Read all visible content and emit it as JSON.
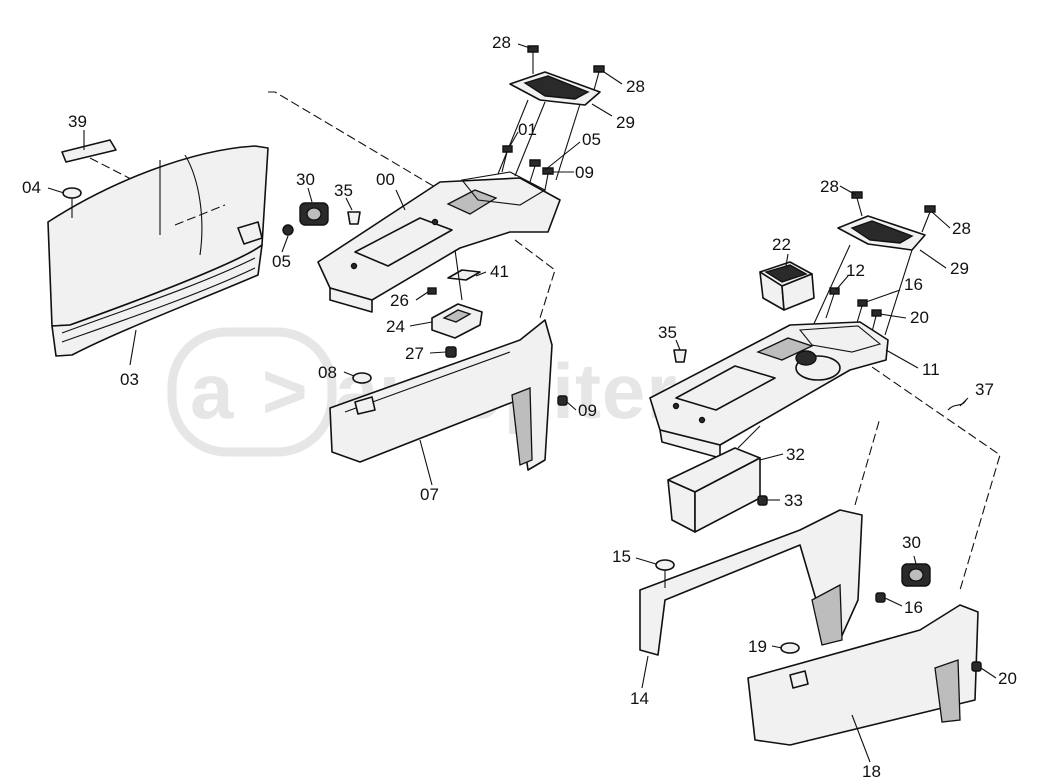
{
  "watermark": {
    "text": "autopiter.ru"
  },
  "callouts": {
    "c28a": "28",
    "c28b": "28",
    "c29a": "29",
    "c01": "01",
    "c05a": "05",
    "c09a": "09",
    "c39": "39",
    "c04": "04",
    "c30a": "30",
    "c35a": "35",
    "c00": "00",
    "c05b": "05",
    "c41": "41",
    "c26": "26",
    "c24": "24",
    "c27": "27",
    "c03": "03",
    "c08": "08",
    "c09b": "09",
    "c07": "07",
    "c28c": "28",
    "c28d": "28",
    "c29b": "29",
    "c22": "22",
    "c12": "12",
    "c16a": "16",
    "c20a": "20",
    "c35b": "35",
    "c11": "11",
    "c37": "37",
    "c32": "32",
    "c33": "33",
    "c15": "15",
    "c30b": "30",
    "c16b": "16",
    "c14": "14",
    "c19": "19",
    "c20b": "20",
    "c18": "18"
  }
}
